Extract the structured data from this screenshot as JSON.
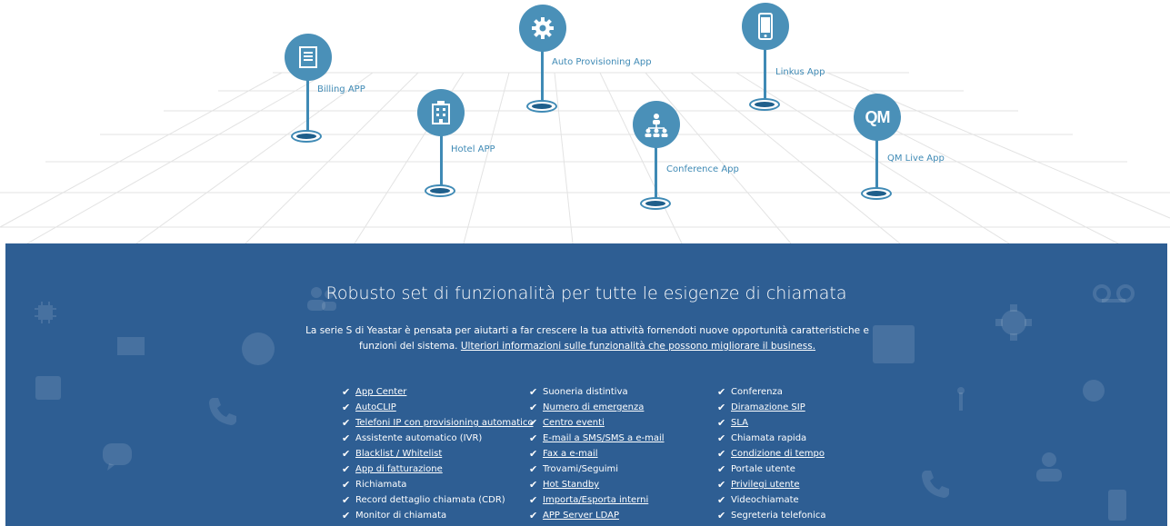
{
  "apps": {
    "billing": "Billing APP",
    "hotel": "Hotel APP",
    "auto_provisioning": "Auto Provisioning App",
    "conference": "Conference App",
    "linkus": "Linkus App",
    "qm_live": "QM Live App",
    "qm_icon_text": "QM"
  },
  "features": {
    "title": "Robusto set di funzionalità per tutte le esigenze di chiamata",
    "description": "La serie S di Yeastar è pensata per aiutarti a far crescere la tua attività fornendoti nuove opportunità caratteristiche e funzioni del sistema.",
    "more_link": "Ulteriori informazioni sulle funzionalità che possono migliorare il business.",
    "col1": [
      {
        "label": "App Center",
        "link": true
      },
      {
        "label": "AutoCLIP",
        "link": true
      },
      {
        "label": "Telefoni IP con provisioning automatico",
        "link": true
      },
      {
        "label": "Assistente automatico (IVR)",
        "link": false
      },
      {
        "label": "Blacklist / Whitelist",
        "link": true
      },
      {
        "label": "App di fatturazione",
        "link": true
      },
      {
        "label": "Richiamata",
        "link": false
      },
      {
        "label": "Record dettaglio chiamata (CDR)",
        "link": false
      },
      {
        "label": "Monitor di chiamata",
        "link": false
      }
    ],
    "col2": [
      {
        "label": "Suoneria distintiva",
        "link": false
      },
      {
        "label": "Numero di emergenza",
        "link": true
      },
      {
        "label": "Centro eventi",
        "link": true
      },
      {
        "label": "E-mail a SMS/SMS a e-mail",
        "link": true
      },
      {
        "label": "Fax a e-mail",
        "link": true
      },
      {
        "label": "Trovami/Seguimi",
        "link": false
      },
      {
        "label": "Hot Standby",
        "link": true
      },
      {
        "label": "Importa/Esporta interni",
        "link": true
      },
      {
        "label": "APP Server LDAP",
        "link": true
      }
    ],
    "col3": [
      {
        "label": "Conferenza",
        "link": false
      },
      {
        "label": "Diramazione SIP",
        "link": true
      },
      {
        "label": "SLA",
        "link": true
      },
      {
        "label": "Chiamata rapida",
        "link": false
      },
      {
        "label": "Condizione di tempo",
        "link": true
      },
      {
        "label": "Portale utente",
        "link": false
      },
      {
        "label": "Privilegi utente",
        "link": true
      },
      {
        "label": "Videochiamate",
        "link": false
      },
      {
        "label": "Segreteria telefonica",
        "link": false
      }
    ],
    "check_glyph": "✔"
  }
}
